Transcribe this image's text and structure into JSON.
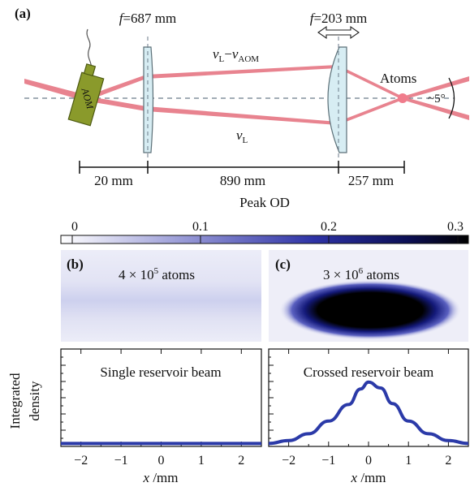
{
  "panel_a": {
    "label": "(a)",
    "aom_label": "AOM",
    "lens1_label": "f = 687 mm",
    "lens2_label": "f = 203 mm",
    "beam_top_label": "νL−νAOM",
    "beam_bottom_label": "νL",
    "atoms_label": "Atoms",
    "angle_label": "~5°",
    "distances": [
      "20 mm",
      "890 mm",
      "257 mm"
    ],
    "colors": {
      "beam": "#e8838f",
      "lens_fill": "#d7edf3",
      "lens_stroke": "#5b6f77",
      "aom": "#8a9a2b",
      "atoms": "#f07c8c"
    }
  },
  "colorbar": {
    "title": "Peak OD",
    "ticks": [
      "0",
      "0.1",
      "0.2",
      "0.3"
    ],
    "range": [
      0,
      0.3
    ],
    "colors": [
      "#ffffff",
      "#8e90d2",
      "#2e33a6",
      "#000000"
    ]
  },
  "panel_b": {
    "label": "(b)",
    "count_text": "4 × 10^5 atoms",
    "count_mantissa": "4",
    "count_exponent": "5",
    "count_unit": "atoms",
    "plot_title": "Single reservoir beam"
  },
  "panel_c": {
    "label": "(c)",
    "count_text": "3 × 10^6 atoms",
    "count_mantissa": "3",
    "count_exponent": "6",
    "count_unit": "atoms",
    "plot_title": "Crossed reservoir beam"
  },
  "profile_axes": {
    "ylabel_line1": "Integrated",
    "ylabel_line2": "density",
    "xlabel_var": "x",
    "xlabel_unit": " /mm",
    "xticks": [
      "−2",
      "−1",
      "0",
      "1",
      "2"
    ]
  },
  "chart_data": [
    {
      "type": "line",
      "series": [
        {
          "values": [
            0.03,
            0.03,
            0.03,
            0.03,
            0.03,
            0.03,
            0.03,
            0.03,
            0.03,
            0.03,
            0.03
          ]
        }
      ],
      "x": [
        -2.5,
        -2,
        -1.5,
        -1,
        -0.5,
        0,
        0.5,
        1,
        1.5,
        2,
        2.5
      ],
      "xlabel": "x /mm",
      "ylabel": "Integrated density",
      "xlim": [
        -2.5,
        2.5
      ],
      "ylim": [
        0,
        1
      ],
      "title": "Single reservoir beam",
      "color": "#2b3aa8"
    },
    {
      "type": "line",
      "series": [
        {
          "values": [
            0.03,
            0.06,
            0.13,
            0.26,
            0.43,
            0.59,
            0.66,
            0.6,
            0.44,
            0.26,
            0.13,
            0.06,
            0.03
          ]
        }
      ],
      "x": [
        -2.5,
        -2,
        -1.5,
        -1,
        -0.5,
        -0.2,
        0,
        0.3,
        0.6,
        1,
        1.5,
        2,
        2.5
      ],
      "xlabel": "x /mm",
      "ylabel": "Integrated density",
      "xlim": [
        -2.5,
        2.5
      ],
      "ylim": [
        0,
        1
      ],
      "title": "Crossed reservoir beam",
      "color": "#2b3aa8"
    }
  ]
}
